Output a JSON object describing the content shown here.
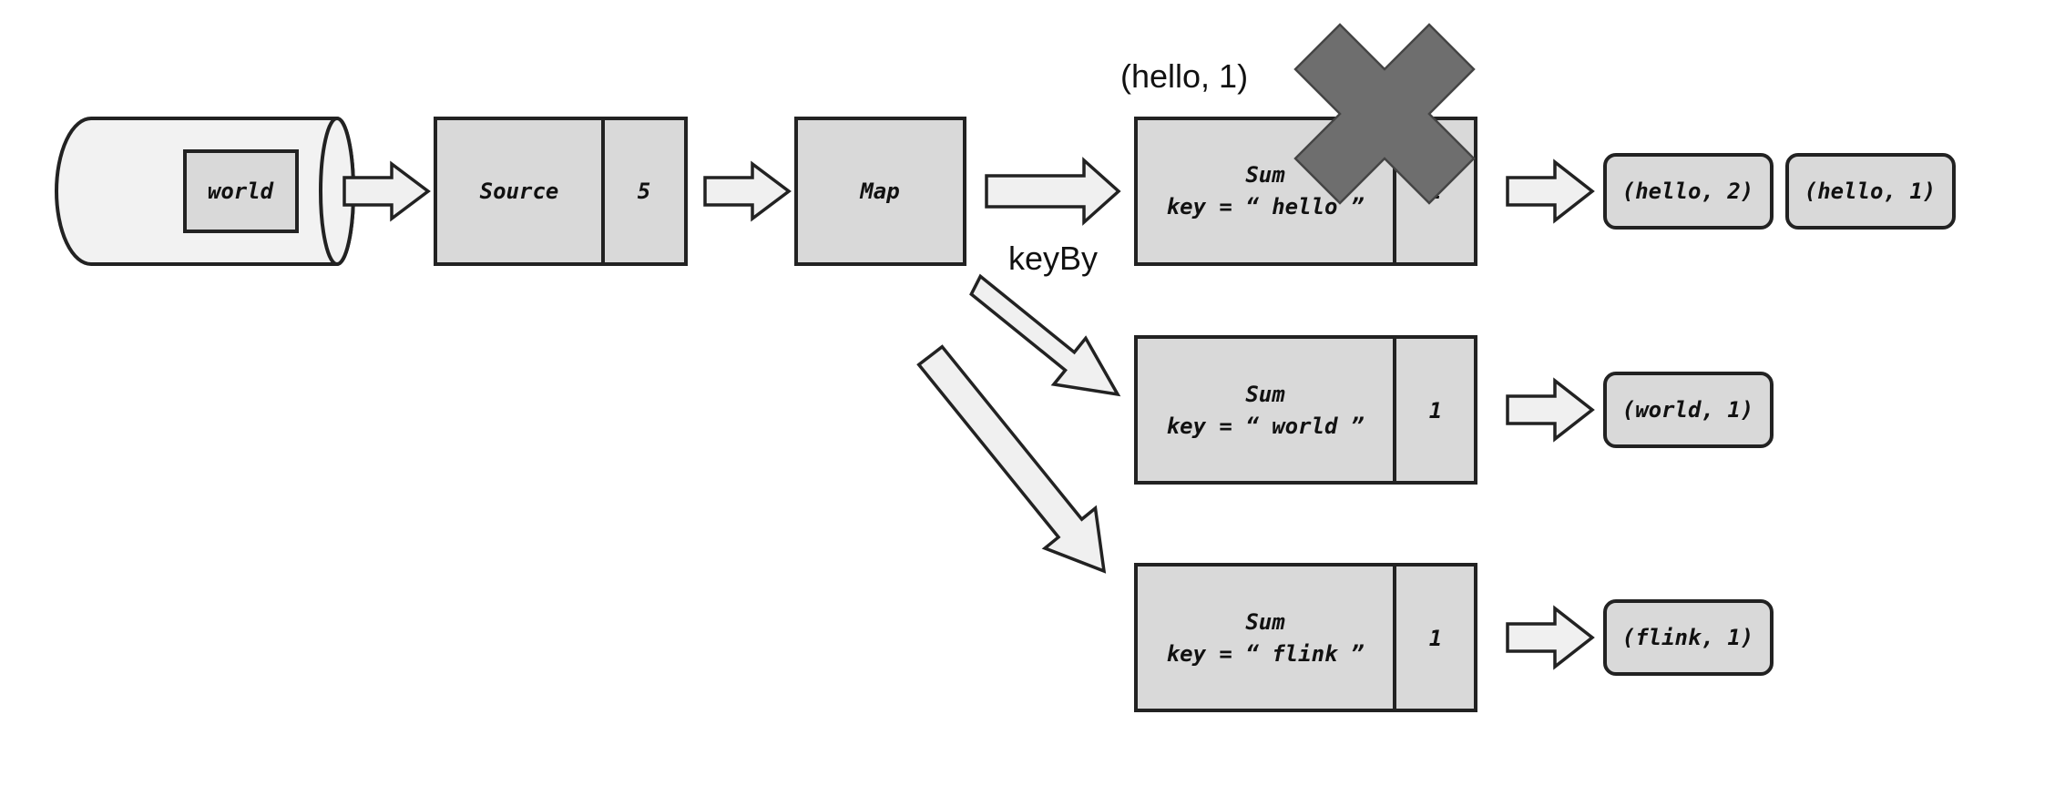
{
  "source_queue": {
    "item": "world"
  },
  "operators": {
    "source": {
      "name": "Source",
      "state": "5"
    },
    "map": {
      "name": "Map"
    }
  },
  "edge_label": "keyBy",
  "dropped_record": "(hello, 1)",
  "sum_tasks": [
    {
      "title": "Sum",
      "key_line": "key = “ hello ”",
      "state": "2",
      "outputs": [
        "(hello, 2)",
        "(hello, 1)"
      ]
    },
    {
      "title": "Sum",
      "key_line": "key = “ world ”",
      "state": "1",
      "outputs": [
        "(world, 1)"
      ]
    },
    {
      "title": "Sum",
      "key_line": "key = “ flink ”",
      "state": "1",
      "outputs": [
        "(flink, 1)"
      ]
    }
  ],
  "colors": {
    "box_fill": "#d9d9d9",
    "stroke": "#222222",
    "arrow_fill": "#f0f0f0",
    "queue_fill": "#f2f2f2",
    "cross": "#6e6e6e"
  }
}
